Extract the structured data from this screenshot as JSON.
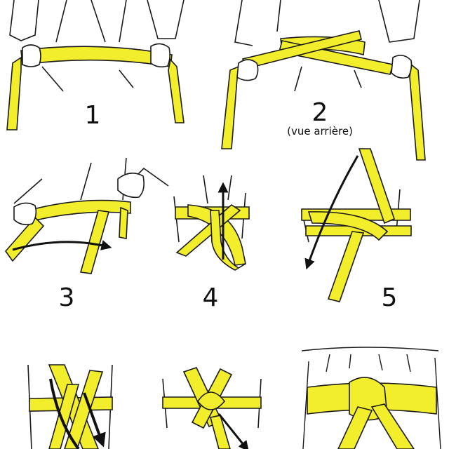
{
  "steps": [
    {
      "number": "1"
    },
    {
      "number": "2",
      "note": "(vue arrière)"
    },
    {
      "number": "3"
    },
    {
      "number": "4"
    },
    {
      "number": "5"
    }
  ],
  "colors": {
    "belt": "#f3ee2b",
    "outline": "#1a1a1a",
    "arrow": "#111111",
    "gi": "#ffffff"
  }
}
